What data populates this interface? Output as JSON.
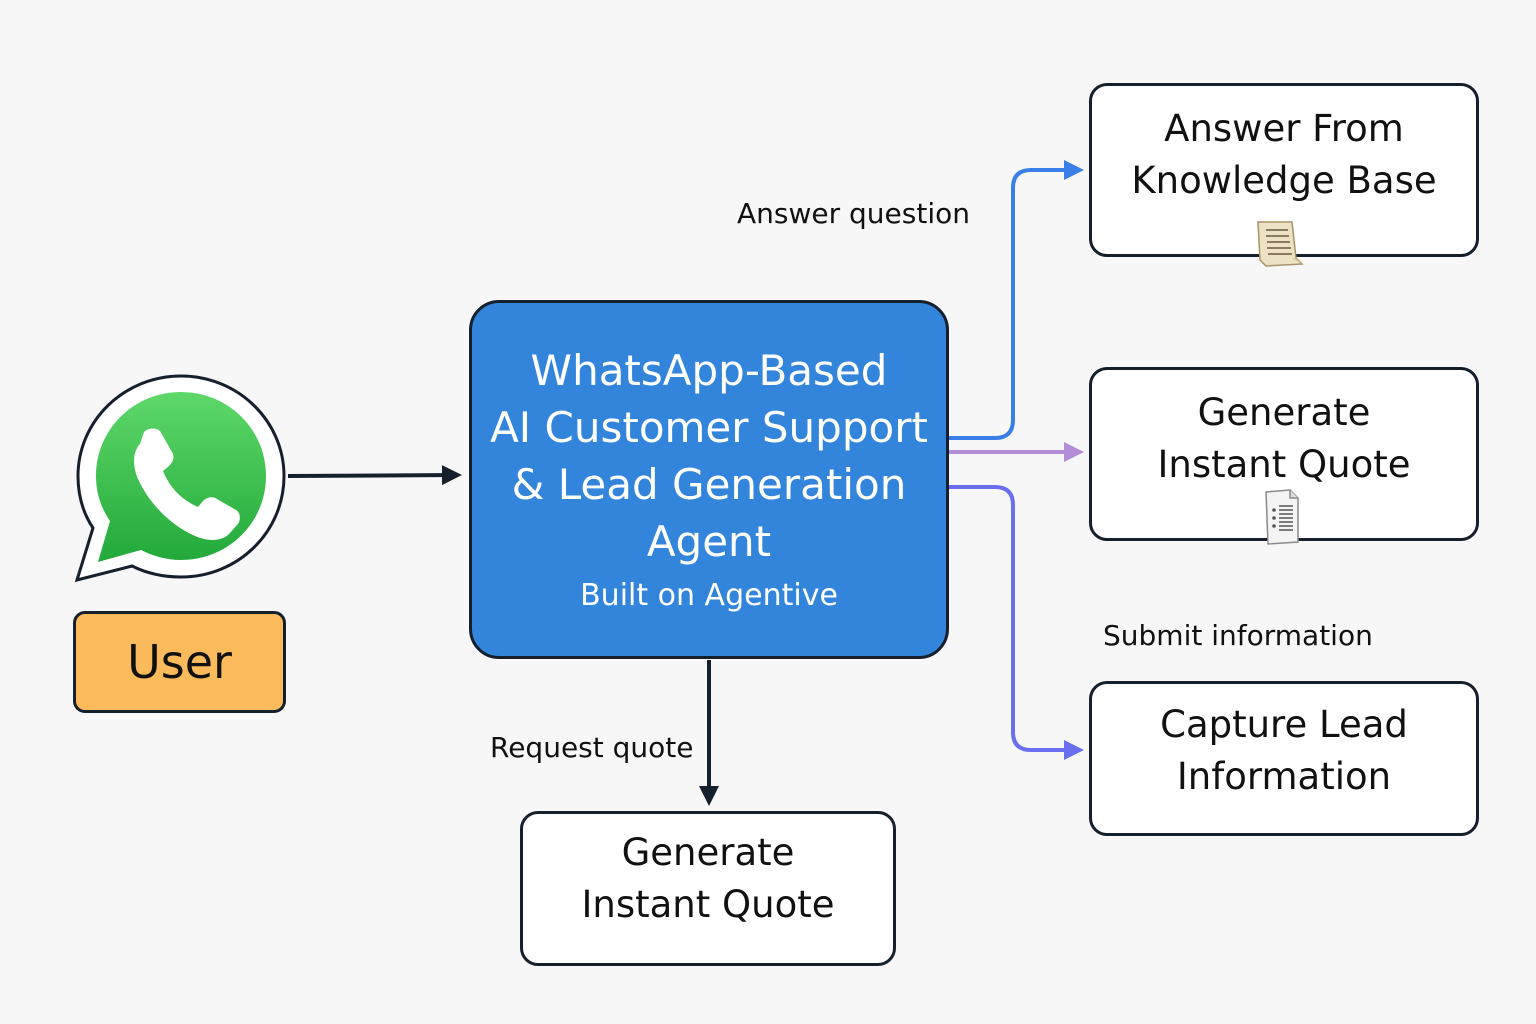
{
  "user": {
    "label": "User"
  },
  "agent": {
    "title": "WhatsApp-Based\nAI Customer Support\n& Lead Generation\nAgent",
    "subtitle": "Built on Agentive",
    "color": "#3385dc"
  },
  "nodes": {
    "knowledge": {
      "label": "Answer From\nKnowledge Base",
      "icon": "scroll-icon"
    },
    "quote_right": {
      "label": "Generate\nInstant Quote",
      "icon": "document-icon"
    },
    "lead": {
      "label": "Capture Lead\nInformation"
    },
    "quote_bottom": {
      "label": "Generate\nInstant Quote"
    }
  },
  "edges": {
    "answer": "Answer question",
    "submit": "Submit information",
    "request": "Request quote"
  },
  "colors": {
    "edge_blue": "#3a7ee8",
    "edge_purple": "#b38ed6",
    "edge_indigo": "#6a6ff0",
    "edge_dark": "#16202c",
    "user_badge": "#fbbb5c",
    "whatsapp_green": "#3cc64a"
  }
}
